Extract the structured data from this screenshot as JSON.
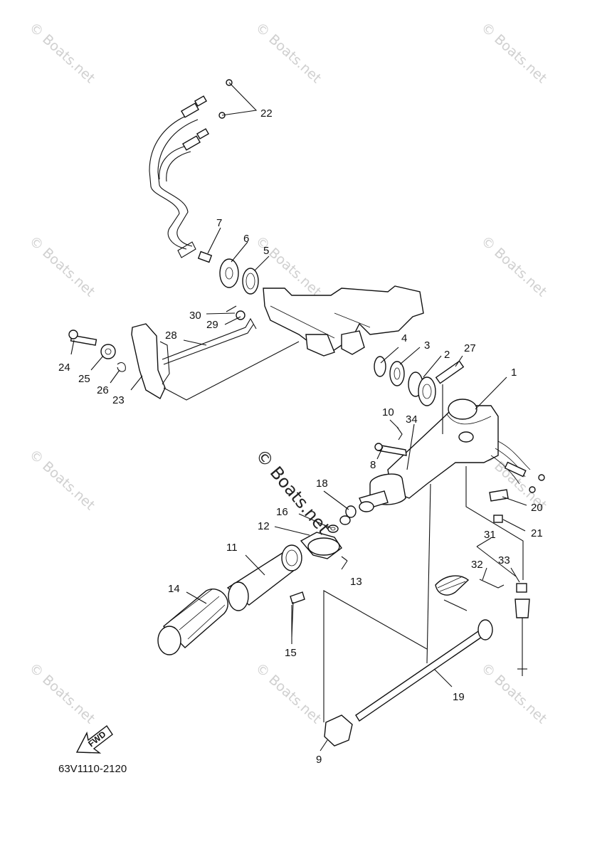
{
  "diagram": {
    "figure_code": "63V1110-2120",
    "fwd_label": "FWD",
    "watermark": "© Boats.net",
    "watermark_center": "© Boats.net",
    "callouts": [
      "1",
      "2",
      "3",
      "4",
      "5",
      "6",
      "7",
      "8",
      "9",
      "10",
      "11",
      "12",
      "13",
      "14",
      "15",
      "16",
      "18",
      "19",
      "20",
      "21",
      "22",
      "23",
      "24",
      "25",
      "26",
      "27",
      "28",
      "29",
      "30",
      "31",
      "32",
      "33",
      "34"
    ]
  }
}
